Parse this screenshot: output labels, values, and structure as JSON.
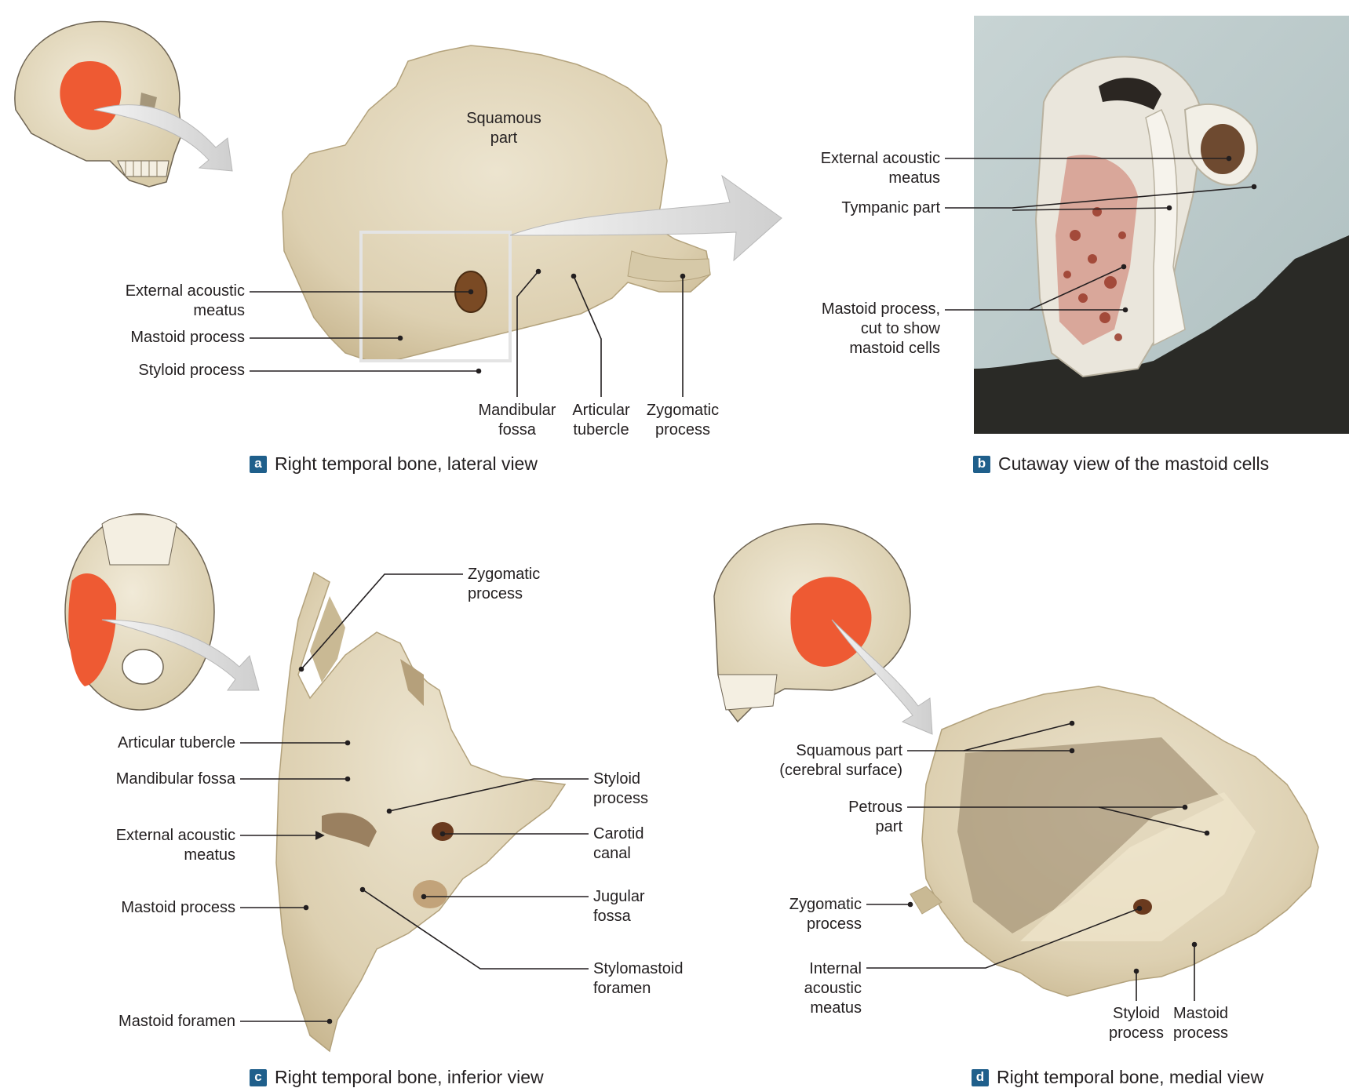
{
  "panel_a": {
    "badge": "a",
    "caption": "Right temporal bone, lateral view",
    "labels": {
      "squamous": [
        "Squamous",
        "part"
      ],
      "external_acoustic_meatus": [
        "External acoustic",
        "meatus"
      ],
      "mastoid_process": "Mastoid process",
      "styloid_process": "Styloid process",
      "mandibular_fossa": [
        "Mandibular",
        "fossa"
      ],
      "articular_tubercle": [
        "Articular",
        "tubercle"
      ],
      "zygomatic_process": [
        "Zygomatic",
        "process"
      ]
    }
  },
  "panel_b": {
    "badge": "b",
    "caption": "Cutaway view of the mastoid cells",
    "labels": {
      "external_acoustic_meatus": [
        "External acoustic",
        "meatus"
      ],
      "tympanic_part": "Tympanic part",
      "mastoid_cells": [
        "Mastoid process,",
        "cut to show",
        "mastoid cells"
      ]
    }
  },
  "panel_c": {
    "badge": "c",
    "caption": "Right temporal bone, inferior view",
    "labels": {
      "zygomatic_process": [
        "Zygomatic",
        "process"
      ],
      "articular_tubercle": "Articular tubercle",
      "mandibular_fossa": "Mandibular fossa",
      "external_acoustic_meatus": [
        "External acoustic",
        "meatus"
      ],
      "mastoid_process": "Mastoid process",
      "mastoid_foramen": "Mastoid foramen",
      "styloid_process": [
        "Styloid",
        "process"
      ],
      "carotid_canal": [
        "Carotid",
        "canal"
      ],
      "jugular_fossa": [
        "Jugular",
        "fossa"
      ],
      "stylomastoid_foramen": [
        "Stylomastoid",
        "foramen"
      ]
    }
  },
  "panel_d": {
    "badge": "d",
    "caption": "Right temporal bone, medial view",
    "labels": {
      "squamous_part": [
        "Squamous part",
        "(cerebral surface)"
      ],
      "petrous_part": [
        "Petrous",
        "part"
      ],
      "zygomatic_process": [
        "Zygomatic",
        "process"
      ],
      "internal_acoustic_meatus": [
        "Internal",
        "acoustic",
        "meatus"
      ],
      "styloid_process": [
        "Styloid",
        "process"
      ],
      "mastoid_process": [
        "Mastoid",
        "process"
      ]
    }
  },
  "colors": {
    "bone": "#e6dcc3",
    "bone_shadow": "#c9b994",
    "highlight": "#ee5a33",
    "badge": "#1f5f8b",
    "leader": "#231f20",
    "arrow": "#d6d6d6"
  }
}
